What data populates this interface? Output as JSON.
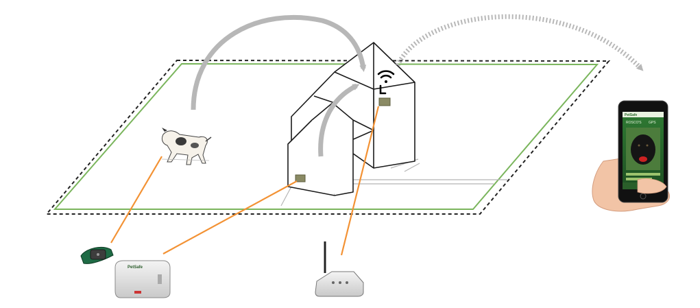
{
  "colors": {
    "boundary_green": "#7ab55c",
    "boundary_dashed": "#222222",
    "wire_orange": "#f39234",
    "arrow_gray": "#b7b7b7",
    "house_stroke": "#1a1a1a",
    "box_olive": "#8a8a64"
  },
  "icons": {
    "wifi": "wifi-icon",
    "dog": "dog-icon",
    "collar": "collar-icon",
    "base_unit": "base-unit-icon",
    "router": "router-icon",
    "phone": "smartphone-icon"
  },
  "phone_app": {
    "brand": "PetSafe",
    "status": "ROSCO'S",
    "side_label": "GPS"
  },
  "base_unit_label": "PetSafe"
}
